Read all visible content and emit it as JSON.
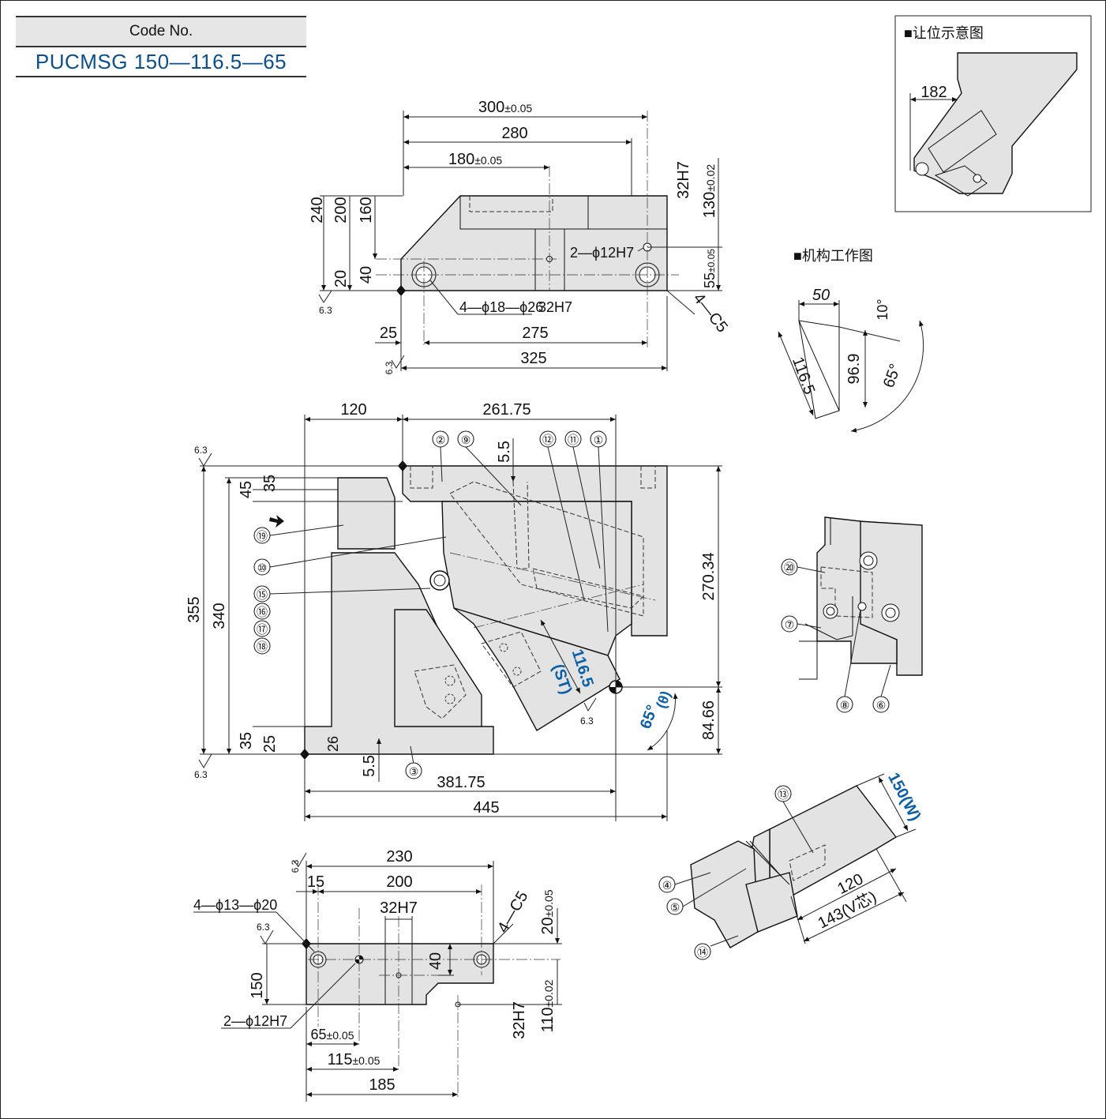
{
  "code_box": {
    "header": "Code No.",
    "value": "PUCMSG 150—116.5—65"
  },
  "insets": {
    "clearance_title": "■让位示意图",
    "clearance_dim": "182",
    "mechanism_title": "■机构工作图",
    "mech_dims": {
      "d50": "50",
      "d10": "10°",
      "d1165": "116.5",
      "d969": "96.9",
      "d65": "65°"
    }
  },
  "top_view": {
    "d300": "300",
    "d300_tol": "±0.05",
    "d280": "280",
    "d180": "180",
    "d180_tol": "±0.05",
    "d240": "240",
    "d200": "200",
    "d160": "160",
    "d20": "20",
    "d40": "40",
    "d32h7": "32H7",
    "d130": "130",
    "d130_tol": "±0.02",
    "d55": "55",
    "d55_tol": "±0.05",
    "hole_12": "2—ϕ12H7",
    "hole_18": "4—ϕ18—ϕ26",
    "d32h7b": "32H7",
    "chamfer": "4—C5",
    "d25": "25",
    "d275": "275",
    "d325": "325",
    "rough_a": "6.3",
    "rough_b": "6.3"
  },
  "front_view": {
    "d120": "120",
    "d26175": "261.75",
    "d55": "5.5",
    "d355": "355",
    "d340": "340",
    "d45": "45",
    "d35a": "35",
    "d27034": "270.34",
    "d8466": "84.66",
    "d35b": "35",
    "d25": "25",
    "d26": "26",
    "d55b": "5.5",
    "d38175": "381.75",
    "d445": "445",
    "stroke_value": "116.5",
    "stroke_label": "(ST)",
    "angle_value": "65°",
    "angle_label": "(θ)",
    "rough_a": "6.3",
    "rough_b": "6.3",
    "rough_c": "6.3"
  },
  "bottom_view": {
    "d230": "230",
    "d200": "200",
    "d15": "15",
    "hole_13": "4—ϕ13—ϕ20",
    "d32h7": "32H7",
    "chamfer": "4—C5",
    "d20": "20",
    "d20_tol": "±0.05",
    "d40": "40",
    "d150": "150",
    "hole_12": "2—ϕ12H7",
    "d32h7b": "32H7",
    "d110": "110",
    "d110_tol": "±0.02",
    "d65": "65",
    "d65_tol": "±0.05",
    "d115": "115",
    "d115_tol": "±0.05",
    "d185": "185",
    "rough_a": "6.3",
    "rough_b": "6.3"
  },
  "iso_view": {
    "width": "150(W)",
    "d120": "120",
    "d143": "143(V芯)"
  },
  "callouts": {
    "c1": "①",
    "c2": "②",
    "c3": "③",
    "c4": "④",
    "c5": "⑤",
    "c6": "⑥",
    "c7": "⑦",
    "c8": "⑧",
    "c9": "⑨",
    "c10": "⑩",
    "c11": "⑪",
    "c12": "⑫",
    "c13": "⑬",
    "c14": "⑭",
    "c15": "⑮",
    "c16": "⑯",
    "c17": "⑰",
    "c18": "⑱",
    "c19": "⑲",
    "c20": "⑳"
  },
  "colors": {
    "accent_blue": "#0a5fa8",
    "part_fill": "#e3e3e3"
  }
}
